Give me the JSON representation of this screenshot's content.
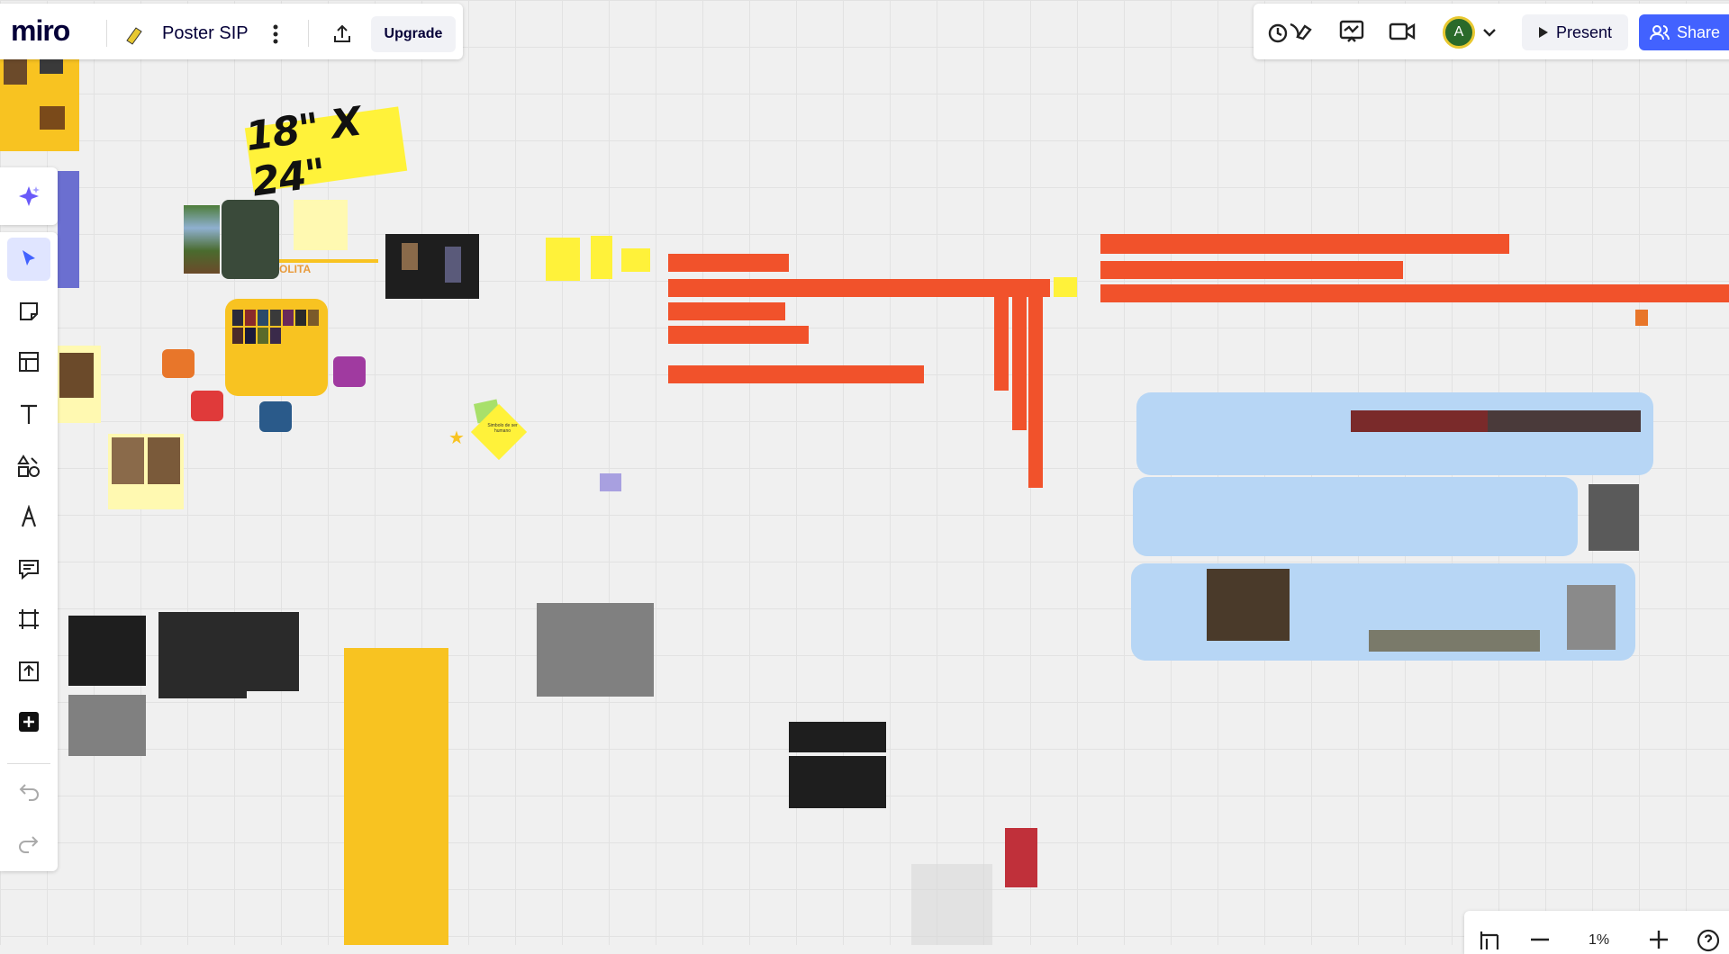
{
  "app": {
    "logo": "miro",
    "board_title": "Poster SIP",
    "upgrade_label": "Upgrade"
  },
  "topbar_right": {
    "present_label": "Present",
    "share_label": "Share",
    "avatar_initial": "A"
  },
  "zoom": {
    "level": "1%"
  },
  "board": {
    "size_label": "18\" X 24\"",
    "sticky_central": "Simbolo de ser humano",
    "partial_label": "OLITA"
  },
  "colors": {
    "accent": "#4262ff",
    "canvas": "#f0f0f0",
    "sticky_yellow": "#fff9b1",
    "frame_orange": "#f1522b",
    "frame_blue": "#b7d6f5",
    "frame_dark": "#1e1e1e",
    "frame_gray": "#808080",
    "frame_gold": "#f8c321"
  },
  "icons": {
    "sidebar": [
      "ai-sparkle-icon",
      "select-cursor-icon",
      "sticky-note-icon",
      "template-icon",
      "text-icon",
      "shapes-icon",
      "pen-icon",
      "comment-icon",
      "frame-icon",
      "upload-icon",
      "more-plus-icon",
      "undo-icon",
      "redo-icon"
    ],
    "topbar": [
      "reactions-icon",
      "activity-icon",
      "video-icon",
      "chevron-down-icon",
      "play-icon",
      "share-people-icon",
      "upload-export-icon",
      "more-vertical-icon"
    ]
  }
}
